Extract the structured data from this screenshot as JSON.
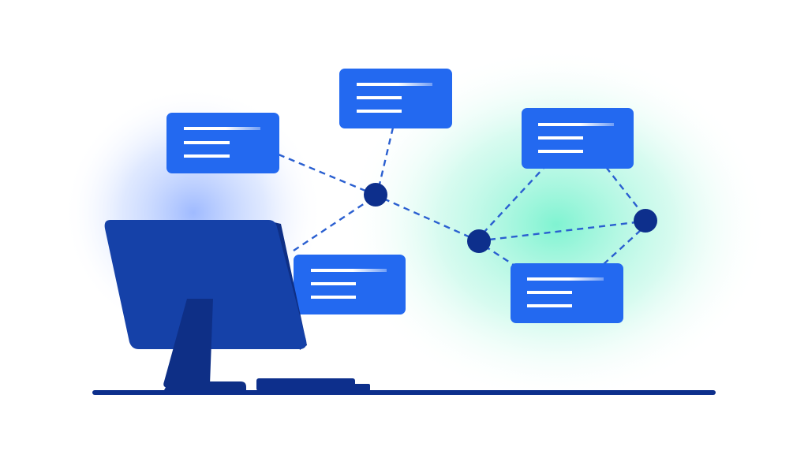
{
  "illustration": {
    "subject": "network-of-cards-connected-to-desktop-computer",
    "colors": {
      "background": "#ffffff",
      "glow_blue": "#8fb2ff",
      "glow_mint": "#6ff0c8",
      "card": "#2369f0",
      "card_lines": "#ffffff",
      "node": "#0d2f8c",
      "connector": "#2a5fd0",
      "monitor": "#1541a8",
      "monitor_dark": "#0e2f86",
      "floor_line": "#0d2f8c"
    },
    "cards": [
      {
        "name": "card-top-left",
        "text_lines": 3
      },
      {
        "name": "card-top-center",
        "text_lines": 3
      },
      {
        "name": "card-center",
        "text_lines": 3
      },
      {
        "name": "card-top-right",
        "text_lines": 3
      },
      {
        "name": "card-bottom-right",
        "text_lines": 3
      }
    ],
    "nodes": [
      {
        "name": "hub-node-left"
      },
      {
        "name": "hub-node-middle"
      },
      {
        "name": "hub-node-right"
      }
    ],
    "icons": {
      "computer": "desktop-monitor-icon",
      "keyboard": "keyboard-icon",
      "card": "document-card-icon",
      "node": "network-node-icon"
    }
  }
}
